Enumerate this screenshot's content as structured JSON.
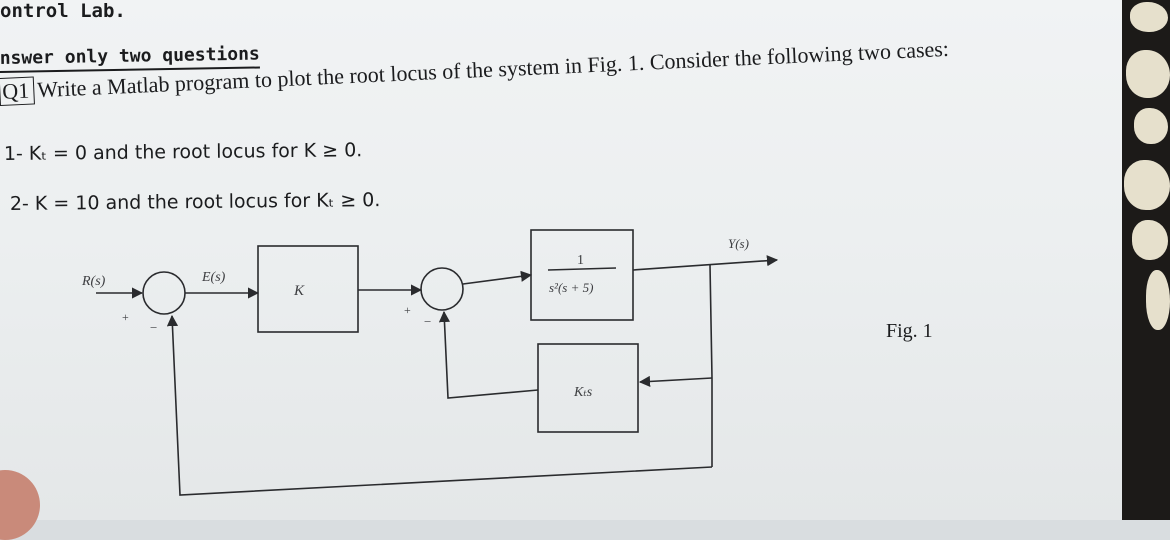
{
  "header": {
    "lab_title": "ontrol Lab.",
    "instruction": "nswer only two questions"
  },
  "question": {
    "label": "Q1",
    "text": "Write a Matlab program to plot the root locus of the system in Fig. 1. Consider the following two cases:",
    "cases": [
      "1- Kₜ = 0 and the root locus for K ≥ 0.",
      "2- K = 10 and the root locus for Kₜ ≥ 0."
    ]
  },
  "figure": {
    "caption": "Fig. 1",
    "input_label": "R(s)",
    "error_label": "E(s)",
    "output_label": "Y(s)",
    "gain_block": "K",
    "plant_numerator": "1",
    "plant_denominator": "s²(s + 5)",
    "feedback_block": "Kₜs",
    "sum1_plus": "+",
    "sum1_minus": "−",
    "sum2_plus": "+",
    "sum2_minus": "−"
  }
}
